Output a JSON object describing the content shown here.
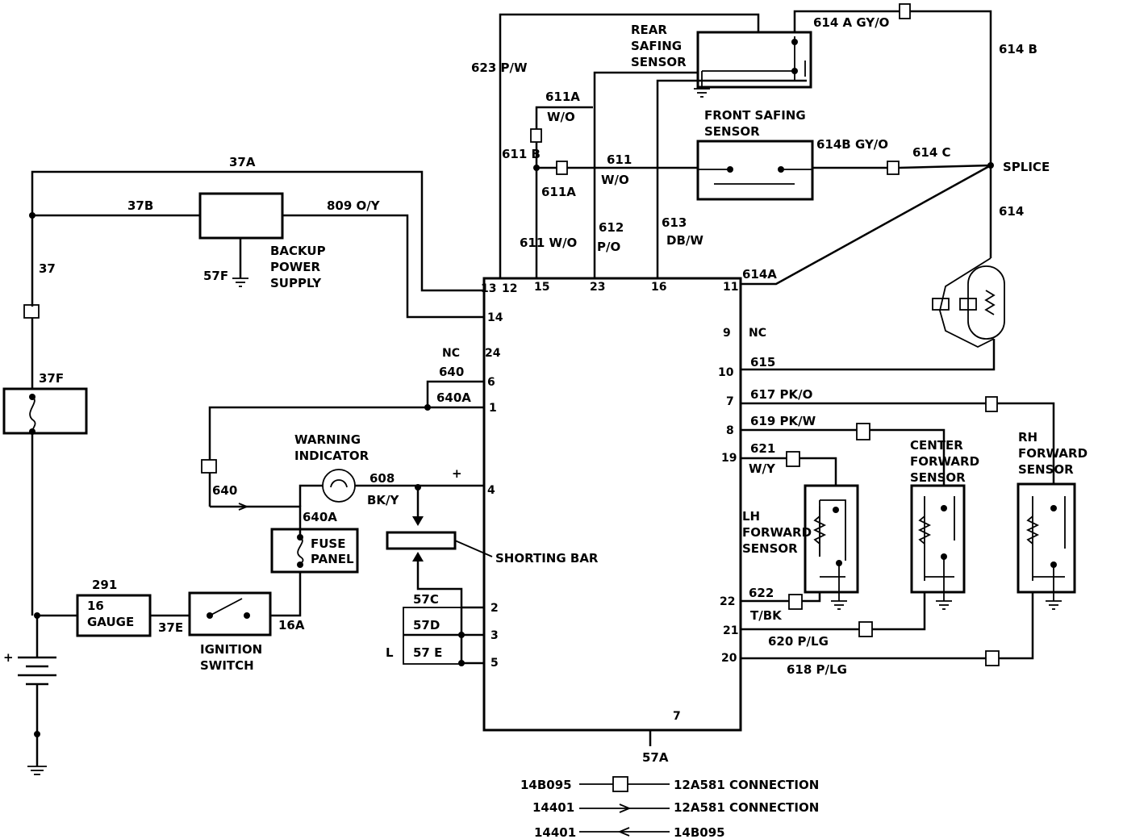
{
  "labels": {
    "rear_safing_1": "REAR",
    "rear_safing_2": "SAFING",
    "rear_safing_3": "SENSOR",
    "front_safing_1": "FRONT SAFING",
    "front_safing_2": "SENSOR",
    "backup_1": "BACKUP",
    "backup_2": "POWER",
    "backup_3": "SUPPLY",
    "warning_1": "WARNING",
    "warning_2": "INDICATOR",
    "fuse_1": "FUSE",
    "fuse_2": "PANEL",
    "shorting_bar": "SHORTING BAR",
    "ignition_1": "IGNITION",
    "ignition_2": "SWITCH",
    "gauge_num": "291",
    "gauge_1": "16",
    "gauge_2": "GAUGE",
    "splice": "SPLICE",
    "lh_1": "LH",
    "lh_2": "FORWARD",
    "lh_3": "SENSOR",
    "center_1": "CENTER",
    "center_2": "FORWARD",
    "center_3": "SENSOR",
    "rh_1": "RH",
    "rh_2": "FORWARD",
    "rh_3": "SENSOR",
    "plus": "+",
    "l_label": "L"
  },
  "wires": {
    "w614agyo": "614 A GY/O",
    "w614b": "614 B",
    "w623pw": "623 P/W",
    "w611a": "611A",
    "w611a_wo": "W/O",
    "w611b": "611 B",
    "w611": "611",
    "w611_wo": "W/O",
    "w611a2": "611A",
    "w614bgyo": "614B GY/O",
    "w614c": "614 C",
    "w614": "614",
    "w37a": "37A",
    "w37b": "37B",
    "w809": "809 O/Y",
    "w37": "37",
    "w57f": "57F",
    "w612": "612",
    "w612po": "P/O",
    "w613": "613",
    "w613dbw": "DB/W",
    "w611wo": "611  W/O",
    "w614a": "614A",
    "w37f": "37F",
    "w640": "640",
    "w640a": "640A",
    "w640b": "640",
    "w640a2": "640A",
    "w608": "608",
    "w608bky": "BK/Y",
    "w57c": "57C",
    "w57d": "57D",
    "w57e": "57 E",
    "w37e": "37E",
    "w16a": "16A",
    "w615": "615",
    "w617": "617  PK/O",
    "w619": "619  PK/W",
    "w621": "621",
    "w621wy": "W/Y",
    "w622": "622",
    "w622tbk": "T/BK",
    "w620": "620     P/LG",
    "w618": "618  P/LG",
    "w57a": "57A"
  },
  "pins": {
    "p13": "13",
    "p12": "12",
    "p15": "15",
    "p23": "23",
    "p16": "16",
    "p11": "11",
    "p14": "14",
    "p24": "24",
    "p6": "6",
    "p1": "1",
    "p4": "4",
    "p2": "2",
    "p3": "3",
    "p5": "5",
    "p9": "9",
    "p10": "10",
    "p7r": "7",
    "p8": "8",
    "p19": "19",
    "p22": "22",
    "p21": "21",
    "p20": "20",
    "p7b": "7",
    "nc_left": "NC",
    "nc_right": "NC"
  },
  "legend": [
    {
      "left": "14B095",
      "right": "12A581 CONNECTION"
    },
    {
      "left": "14401",
      "right": "12A581 CONNECTION"
    },
    {
      "left": "14401",
      "right": "14B095"
    }
  ]
}
